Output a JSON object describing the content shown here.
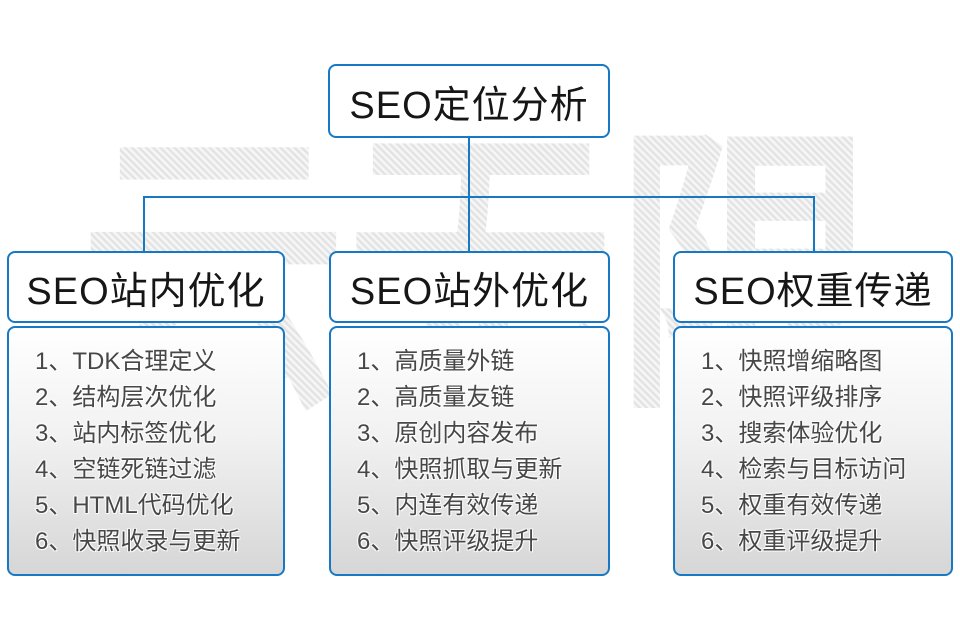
{
  "colors": {
    "accent": "#1779c4",
    "title_text": "#161616",
    "item_text": "#474747",
    "watermark_gray": "#e3e3e3",
    "panel_gradient_bottom": "#d6d6d6"
  },
  "watermark": {
    "text": "云无限"
  },
  "root_node": {
    "title": "SEO定位分析"
  },
  "columns": [
    {
      "title": "SEO站内优化",
      "items": [
        "1、TDK合理定义",
        "2、结构层次优化",
        "3、站内标签优化",
        "4、空链死链过滤",
        "5、HTML代码优化",
        "6、快照收录与更新"
      ]
    },
    {
      "title": "SEO站外优化",
      "items": [
        "1、高质量外链",
        "2、高质量友链",
        "3、原创内容发布",
        "4、快照抓取与更新",
        "5、内连有效传递",
        "6、快照评级提升"
      ]
    },
    {
      "title": "SEO权重传递",
      "items": [
        "1、快照增缩略图",
        "2、快照评级排序",
        "3、搜索体验优化",
        "4、检索与目标访问",
        "5、权重有效传递",
        "6、权重评级提升"
      ]
    }
  ]
}
